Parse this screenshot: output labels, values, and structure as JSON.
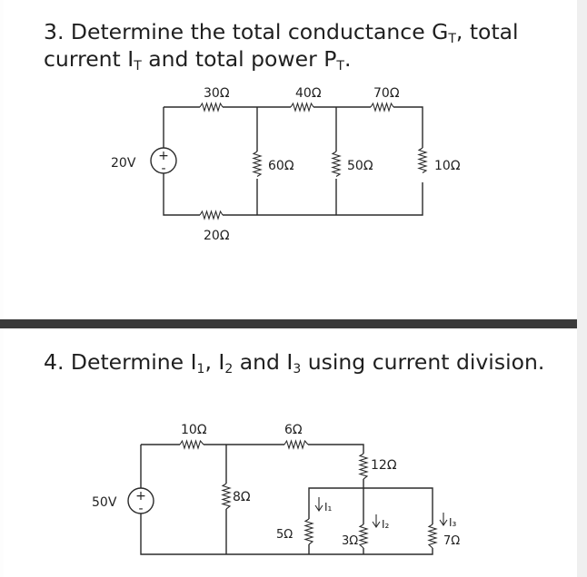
{
  "problem3": {
    "text": "3. Determine the total conductance G",
    "sub_g": "T",
    "text_2": ", total current I",
    "sub_i": "T",
    "text_3": " and total power P",
    "sub_p": "T",
    "text_4": ".",
    "circuit": {
      "source": "20V",
      "source_sign_plus": "+",
      "source_sign_minus": "-",
      "r_top_1": "30Ω",
      "r_top_2": "40Ω",
      "r_top_3": "70Ω",
      "r_shunt_1": "60Ω",
      "r_shunt_2": "50Ω",
      "r_shunt_3": "10Ω",
      "r_bottom": "20Ω"
    }
  },
  "problem4": {
    "text": "4. Determine I",
    "sub_1": "1",
    "text_2": ", I",
    "sub_2": "2",
    "text_3": " and I",
    "sub_3": "3",
    "text_4": " using current division.",
    "circuit": {
      "source": "50V",
      "source_sign_plus": "+",
      "source_sign_minus": "-",
      "r_top_1": "10Ω",
      "r_top_2": "6Ω",
      "r_shunt_1": "8Ω",
      "r_right": "12Ω",
      "r_branch_1": "5Ω",
      "r_branch_2": "3Ω",
      "r_branch_3": "7Ω",
      "i_1": "I₁",
      "i_2": "I₂",
      "i_3": "I₃"
    }
  },
  "colors": {
    "ink": "#2b2b2b",
    "divider": "#3a3a3a",
    "text": "#1f1f1f"
  }
}
